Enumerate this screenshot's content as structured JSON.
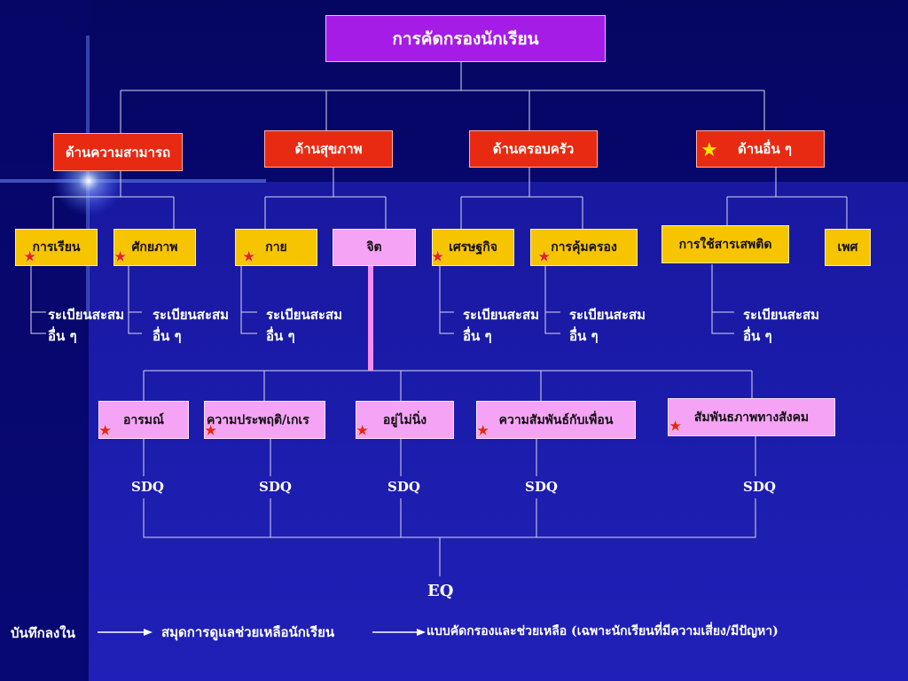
{
  "root": "การคัดกรองนักเรียน",
  "categories": [
    "ด้านความสามารถ",
    "ด้านสุขภาพ",
    "ด้านครอบครัว",
    "ด้านอื่น ๆ"
  ],
  "subitems": [
    "การเรียน",
    "ศักยภาพ",
    "กาย",
    "จิต",
    "เศรษฐกิจ",
    "การคุ้มครอง",
    "การใช้สารเสพติด",
    "เพศ"
  ],
  "notes": {
    "line1": "ระเบียนสะสม",
    "line2": "อื่น ๆ"
  },
  "mental_items": [
    "อารมณ์",
    "ความประพฤติ/เกเร",
    "อยู่ไม่นิ่ง",
    "ความสัมพันธ์กับเพื่อน",
    "สัมพันธภาพทางสังคม"
  ],
  "tool": "SDQ",
  "result": "EQ",
  "flow": {
    "label": "บันทึกลงใน",
    "step1": "สมุดการดูแลช่วยเหลือนักเรียน",
    "step2": "แบบคัดกรองและช่วยเหลือ  (เฉพาะนักเรียนที่มีความเสี่ยง/มีปัญหา)"
  },
  "colors": {
    "background": "#0a0a6e",
    "root_box": "#a41ce6",
    "category_box": "#e82a12",
    "subitem_box": "#f7c400",
    "mental_box": "#f5a4f5",
    "star": "#e8241a",
    "gold_star": "#ffe300"
  },
  "icons": {
    "marker": "star-icon",
    "arrow": "arrow-right-icon"
  }
}
